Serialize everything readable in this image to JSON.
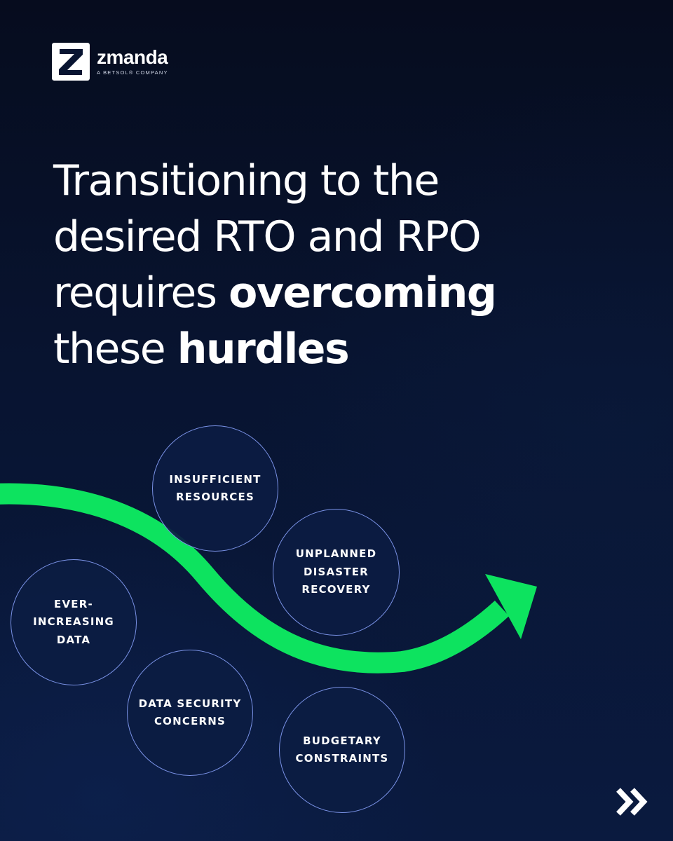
{
  "logo": {
    "name": "zmanda",
    "tagline": "A BETSOL® COMPANY",
    "icon": "zmanda-z-logo-icon"
  },
  "headline": {
    "line1": "Transitioning to the",
    "line2": "desired RTO and RPO",
    "line3_regular": "requires ",
    "line3_bold": "overcoming",
    "line4_regular": "these ",
    "line4_bold": "hurdles"
  },
  "hurdles": {
    "insufficient_resources": "INSUFFICIENT\nRESOURCES",
    "unplanned_disaster_recovery": "UNPLANNED\nDISASTER\nRECOVERY",
    "ever_increasing_data": "EVER-\nINCREASING\nDATA",
    "data_security_concerns": "DATA SECURITY\nCONCERNS",
    "budgetary_constraints": "BUDGETARY\nCONSTRAINTS"
  },
  "navigation": {
    "next_icon": "double-chevron-right-icon"
  },
  "colors": {
    "background_top": "#060c1e",
    "background_bottom": "#0a1a3f",
    "arrow_green": "#0de35f",
    "circle_border": "#7a92e6",
    "text": "#ffffff"
  }
}
